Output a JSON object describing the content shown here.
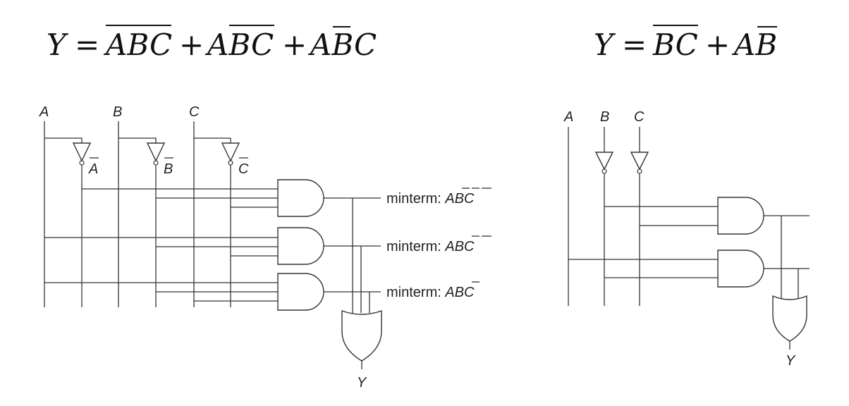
{
  "left": {
    "equation": {
      "lhs": "Y",
      "equals": "=",
      "terms": [
        "ABC",
        "ABC",
        "ABC"
      ],
      "plus": "+"
    },
    "inputs": [
      "A",
      "B",
      "C"
    ],
    "inverted": [
      "A",
      "B",
      "C"
    ],
    "minterm_prefix": "minterm:",
    "minterms": [
      "ABC",
      "ABC",
      "ABC"
    ],
    "output": "Y"
  },
  "right": {
    "equation": {
      "lhs": "Y",
      "equals": "=",
      "terms": [
        "BC",
        "AB"
      ],
      "plus": "+"
    },
    "inputs": [
      "A",
      "B",
      "C"
    ],
    "output": "Y"
  }
}
